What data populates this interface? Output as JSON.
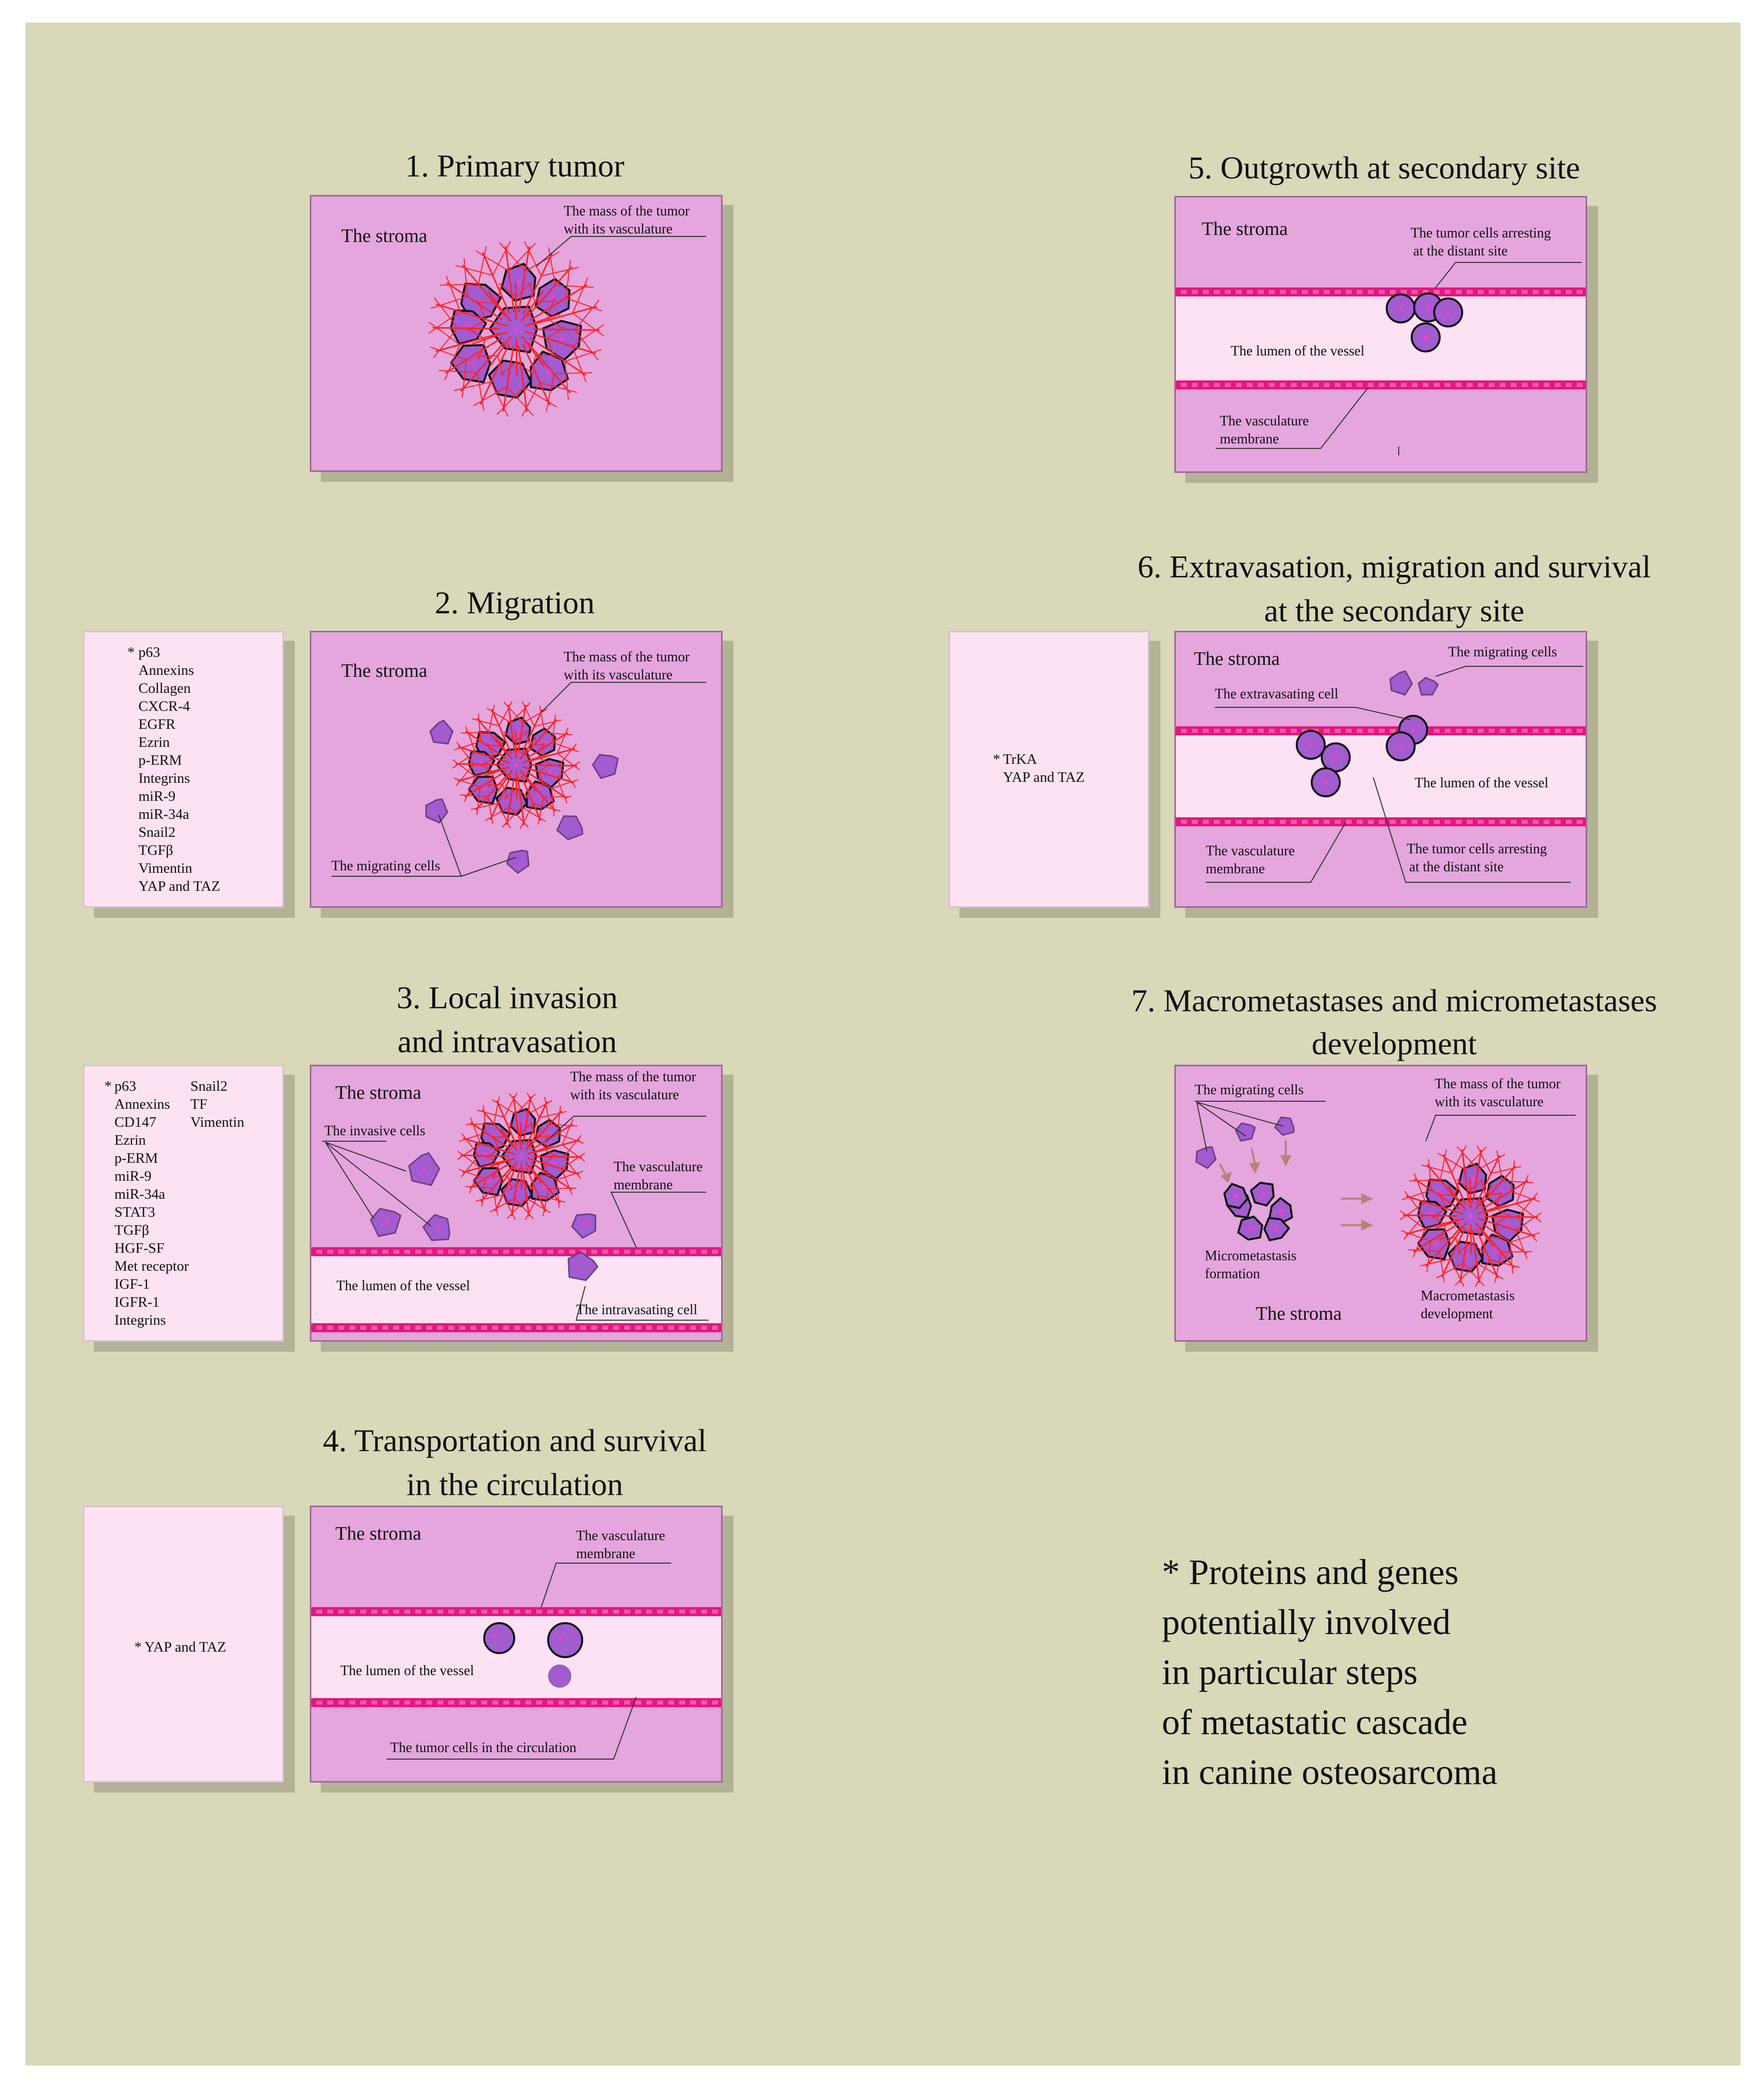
{
  "steps": {
    "s1": {
      "title": "1. Primary tumor",
      "stroma": "The stroma",
      "mass": [
        "The mass of the tumor",
        "with its vasculature"
      ]
    },
    "s2": {
      "title": "2. Migration",
      "stroma": "The stroma",
      "mass": [
        "The mass of the tumor",
        "with its vasculature"
      ],
      "migrating": "The migrating cells"
    },
    "s3": {
      "title": [
        "3. Local invasion",
        "and intravasation"
      ],
      "stroma": "The stroma",
      "mass": [
        "The mass of the tumor",
        "with its vasculature"
      ],
      "invasive": "The invasive cells",
      "membrane": [
        "The vasculature",
        "membrane"
      ],
      "lumen": "The lumen of the vessel",
      "intravasating": "The intravasating cell"
    },
    "s4": {
      "title": [
        "4. Transportation and survival",
        "in the circulation"
      ],
      "stroma": "The stroma",
      "membrane": [
        "The vasculature",
        "membrane"
      ],
      "lumen": "The lumen of the vessel",
      "circulation": "The tumor cells in the circulation"
    },
    "s5": {
      "title": "5. Outgrowth at secondary site",
      "stroma": "The stroma",
      "arresting": [
        "The tumor cells arresting",
        "at the distant site"
      ],
      "lumen": "The lumen of the vessel",
      "membrane": [
        "The vasculature",
        "membrane"
      ]
    },
    "s6": {
      "title": [
        "6. Extravasation, migration and survival",
        "at the secondary site"
      ],
      "stroma": "The stroma",
      "migrating": "The migrating cells",
      "extravasating": "The extravasating cell",
      "lumen": "The lumen of the vessel",
      "membrane": [
        "The vasculature",
        "membrane"
      ],
      "arresting": [
        "The tumor cells arresting",
        "at the distant site"
      ]
    },
    "s7": {
      "title": [
        "7. Macrometastases and micrometastases",
        "development"
      ],
      "migrating": "The migrating cells",
      "mass": [
        "The mass of the tumor",
        "with its vasculature"
      ],
      "micro": [
        "Micrometastasis",
        "formation"
      ],
      "macro": [
        "Macrometastasis",
        "development"
      ],
      "stroma": "The stroma"
    }
  },
  "protein_lists": {
    "migration": [
      "p63",
      "Annexins",
      "Collagen",
      "CXCR-4",
      "EGFR",
      "Ezrin",
      "p-ERM",
      "Integrins",
      "miR-9",
      "miR-34a",
      "Snail2",
      "TGFβ",
      "Vimentin",
      "YAP and TAZ"
    ],
    "invasion_col1": [
      "p63",
      "Annexins",
      "CD147",
      "Ezrin",
      "p-ERM",
      "miR-9",
      "miR-34a",
      "STAT3",
      "TGFβ",
      "HGF-SF",
      "Met receptor",
      "IGF-1",
      "IGFR-1",
      "Integrins"
    ],
    "invasion_col2": [
      "Snail2",
      "TF",
      "Vimentin"
    ],
    "circulation": [
      "YAP and TAZ"
    ],
    "secondary": [
      "TrKA",
      "YAP and TAZ"
    ]
  },
  "star": "*",
  "footnote": [
    "* Proteins and genes",
    "potentially involved",
    "in particular steps",
    "of metastatic cascade",
    "in canine osteosarcoma"
  ],
  "colors": {
    "background": "#d9d8b9",
    "panel": "#e4a6dd",
    "lumen": "#fde2f4",
    "membrane": "#e3177f",
    "cell": "#a35bd0",
    "vessel": "#ff2222"
  }
}
